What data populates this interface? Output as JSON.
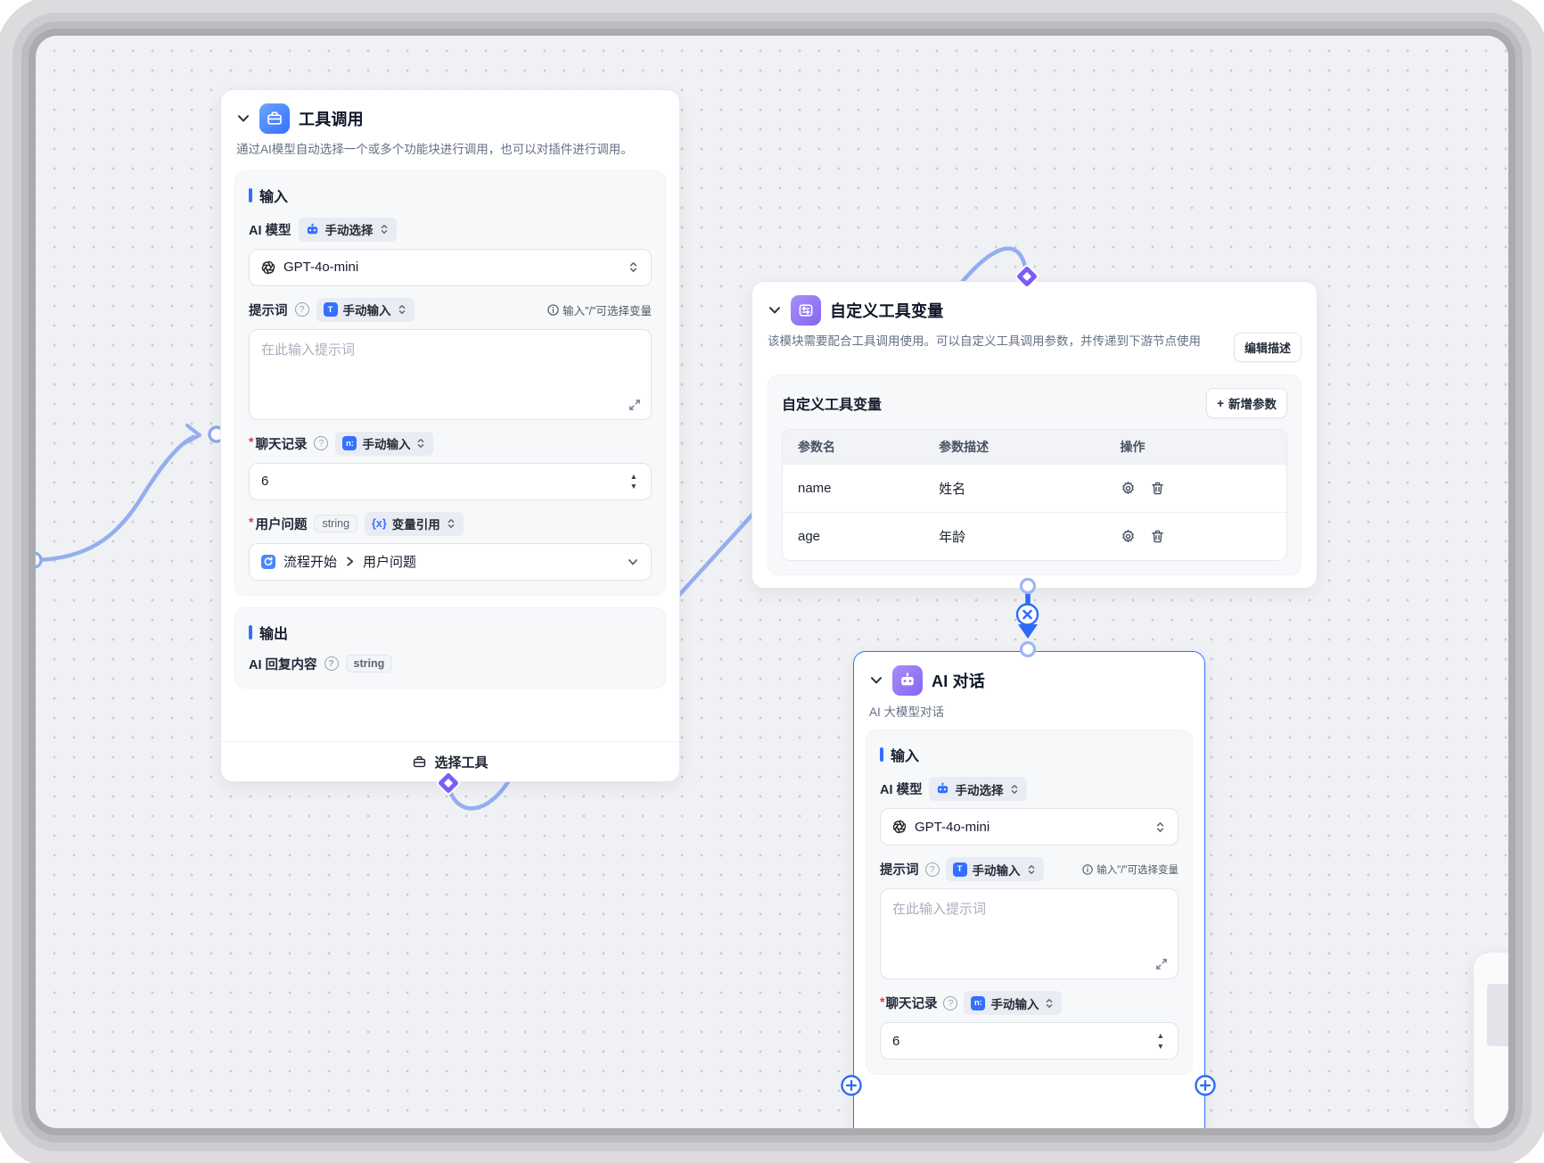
{
  "colors": {
    "accent": "#3370ff",
    "edge": "#93aff0",
    "connector": "#2e6bf6",
    "tool_icon_gradient": "#3370ff",
    "purple_icon_gradient": "#8465f2",
    "canvas_bg": "#f0f1f4",
    "section_bg": "#f7f8fa",
    "required_red": "#e5353e"
  },
  "node_tool_call": {
    "title": "工具调用",
    "desc": "通过AI模型自动选择一个或多个功能块进行调用，也可以对插件进行调用。",
    "section_input": "输入",
    "section_output": "输出",
    "model_label": "AI 模型",
    "model_tag": "手动选择",
    "model_value": "GPT-4o-mini",
    "prompt_label": "提示词",
    "prompt_tag": "手动输入",
    "prompt_tag_icon": "T",
    "prompt_placeholder": "在此输入提示词",
    "prompt_hint": "输入\"/\"可选择变量",
    "history_label": "聊天记录",
    "history_tag": "手动输入",
    "history_tag_icon": "n:",
    "history_value": "6",
    "question_label": "用户问题",
    "question_type": "string",
    "question_tag": "变量引用",
    "question_tag_icon": "{x}",
    "question_value": "流程开始",
    "question_value2": "用户问题",
    "output_label": "AI 回复内容",
    "output_type": "string",
    "footer": "选择工具"
  },
  "node_custom_vars": {
    "title": "自定义工具变量",
    "desc": "该模块需要配合工具调用使用。可以自定义工具调用参数，并传递到下游节点使用",
    "edit_btn": "编辑描述",
    "panel_title": "自定义工具变量",
    "add_btn_icon": "+",
    "add_btn": "新增参数",
    "col_name": "参数名",
    "col_desc": "参数描述",
    "col_op": "操作",
    "rows": [
      {
        "name": "name",
        "desc": "姓名"
      },
      {
        "name": "age",
        "desc": "年龄"
      }
    ]
  },
  "node_ai_chat": {
    "title": "AI 对话",
    "subtitle": "AI 大模型对话",
    "section_input": "输入",
    "model_label": "AI 模型",
    "model_tag": "手动选择",
    "model_value": "GPT-4o-mini",
    "prompt_label": "提示词",
    "prompt_tag": "手动输入",
    "prompt_tag_icon": "T",
    "prompt_placeholder": "在此输入提示词",
    "prompt_hint": "输入\"/\"可选择变量",
    "history_label": "聊天记录",
    "history_tag": "手动输入",
    "history_tag_icon": "n:",
    "history_value": "6"
  }
}
